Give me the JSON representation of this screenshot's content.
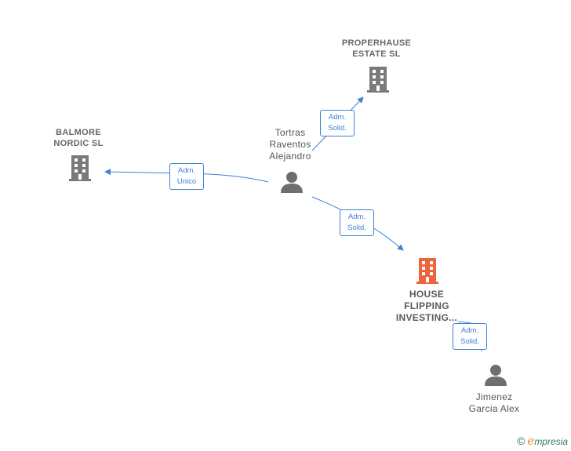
{
  "nodes": {
    "properhause": {
      "label": "PROPERHAUSE\nESTATE  SL",
      "type": "company"
    },
    "balmore": {
      "label": "BALMORE\nNORDIC  SL",
      "type": "company"
    },
    "tortras": {
      "label": "Tortras\nRaventos\nAlejandro",
      "type": "person"
    },
    "house": {
      "label": "HOUSE\nFLIPPING\nINVESTING...",
      "type": "company-main"
    },
    "jimenez": {
      "label": "Jimenez\nGarcia Alex",
      "type": "person"
    }
  },
  "edges": {
    "tortras_properhause": {
      "label": "Adm.\nSolid."
    },
    "tortras_balmore": {
      "label": "Adm.\nUnico"
    },
    "tortras_house": {
      "label": "Adm.\nSolid."
    },
    "jimenez_house": {
      "label": "Adm.\nSolid."
    }
  },
  "colors": {
    "edge": "#3c82d2",
    "company_icon": "#7a7a7a",
    "main_company_icon": "#f0643c",
    "person_icon": "#6e6e6e"
  },
  "footer": {
    "copyright_symbol": "©",
    "brand_initial": "e",
    "brand_rest": "mpresia"
  }
}
